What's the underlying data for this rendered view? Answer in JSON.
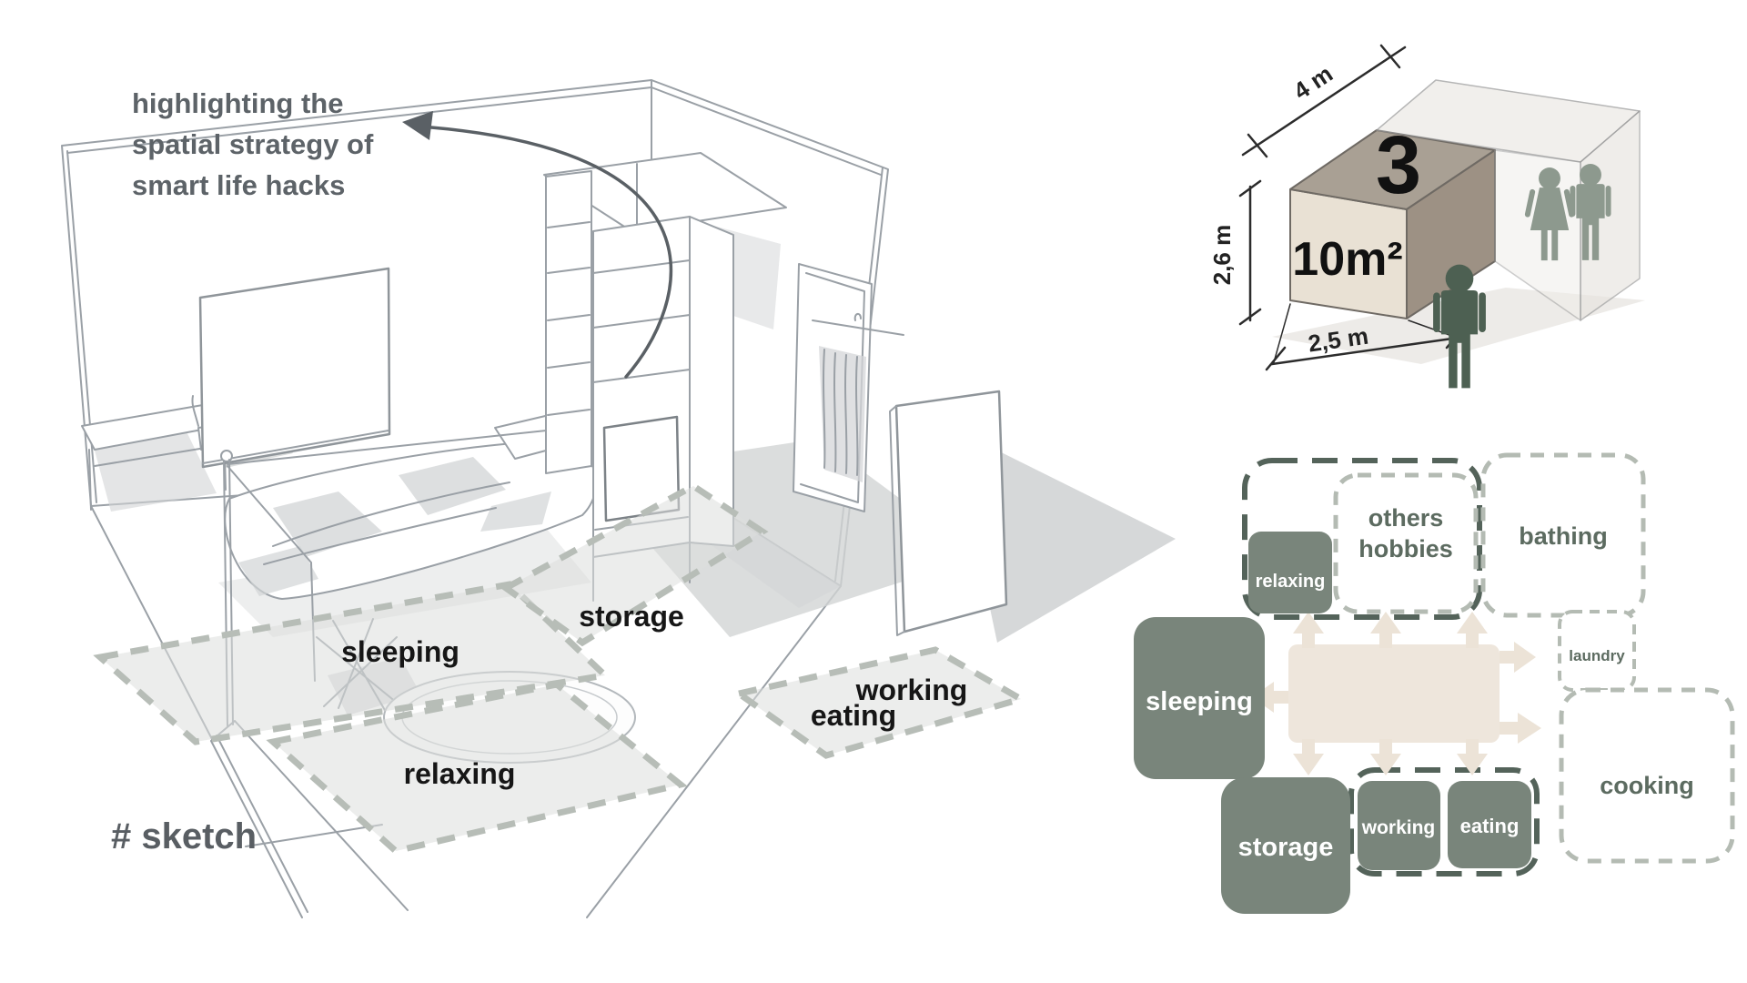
{
  "caption": {
    "line1": "highlighting the",
    "line2": "spatial strategy of",
    "line3": "smart life hacks"
  },
  "sketch": {
    "tag": "# sketch",
    "zones": {
      "sleeping": "sleeping",
      "storage": "storage",
      "relaxing": "relaxing",
      "working": "working",
      "eating": "eating"
    }
  },
  "cube": {
    "occupants": "3",
    "area": "10m²",
    "dim_length": "4 m",
    "dim_height": "2,6 m",
    "dim_width": "2,5 m"
  },
  "diagram": {
    "relaxing": "relaxing",
    "others_hobbies": [
      "others",
      "hobbies"
    ],
    "bathing": "bathing",
    "sleeping": "sleeping",
    "laundry": "laundry",
    "cooking": "cooking",
    "storage": "storage",
    "working": "working",
    "eating": "eating"
  },
  "colors": {
    "zone_solid": "#79857b",
    "zone_dark_dash": "#54635a",
    "zone_light_dash": "#b4bbb3",
    "zone_text": "#5c6b60",
    "beige": "#eee6dc",
    "beige_arrow": "#ece3d7",
    "person_light": "#8d998e",
    "person_dark": "#4d6052",
    "cube_front": "#e9e1d4",
    "cube_top": "#a9a094",
    "cube_side": "#9d9184",
    "ink": "#5d6368",
    "label_ink": "#161616"
  }
}
